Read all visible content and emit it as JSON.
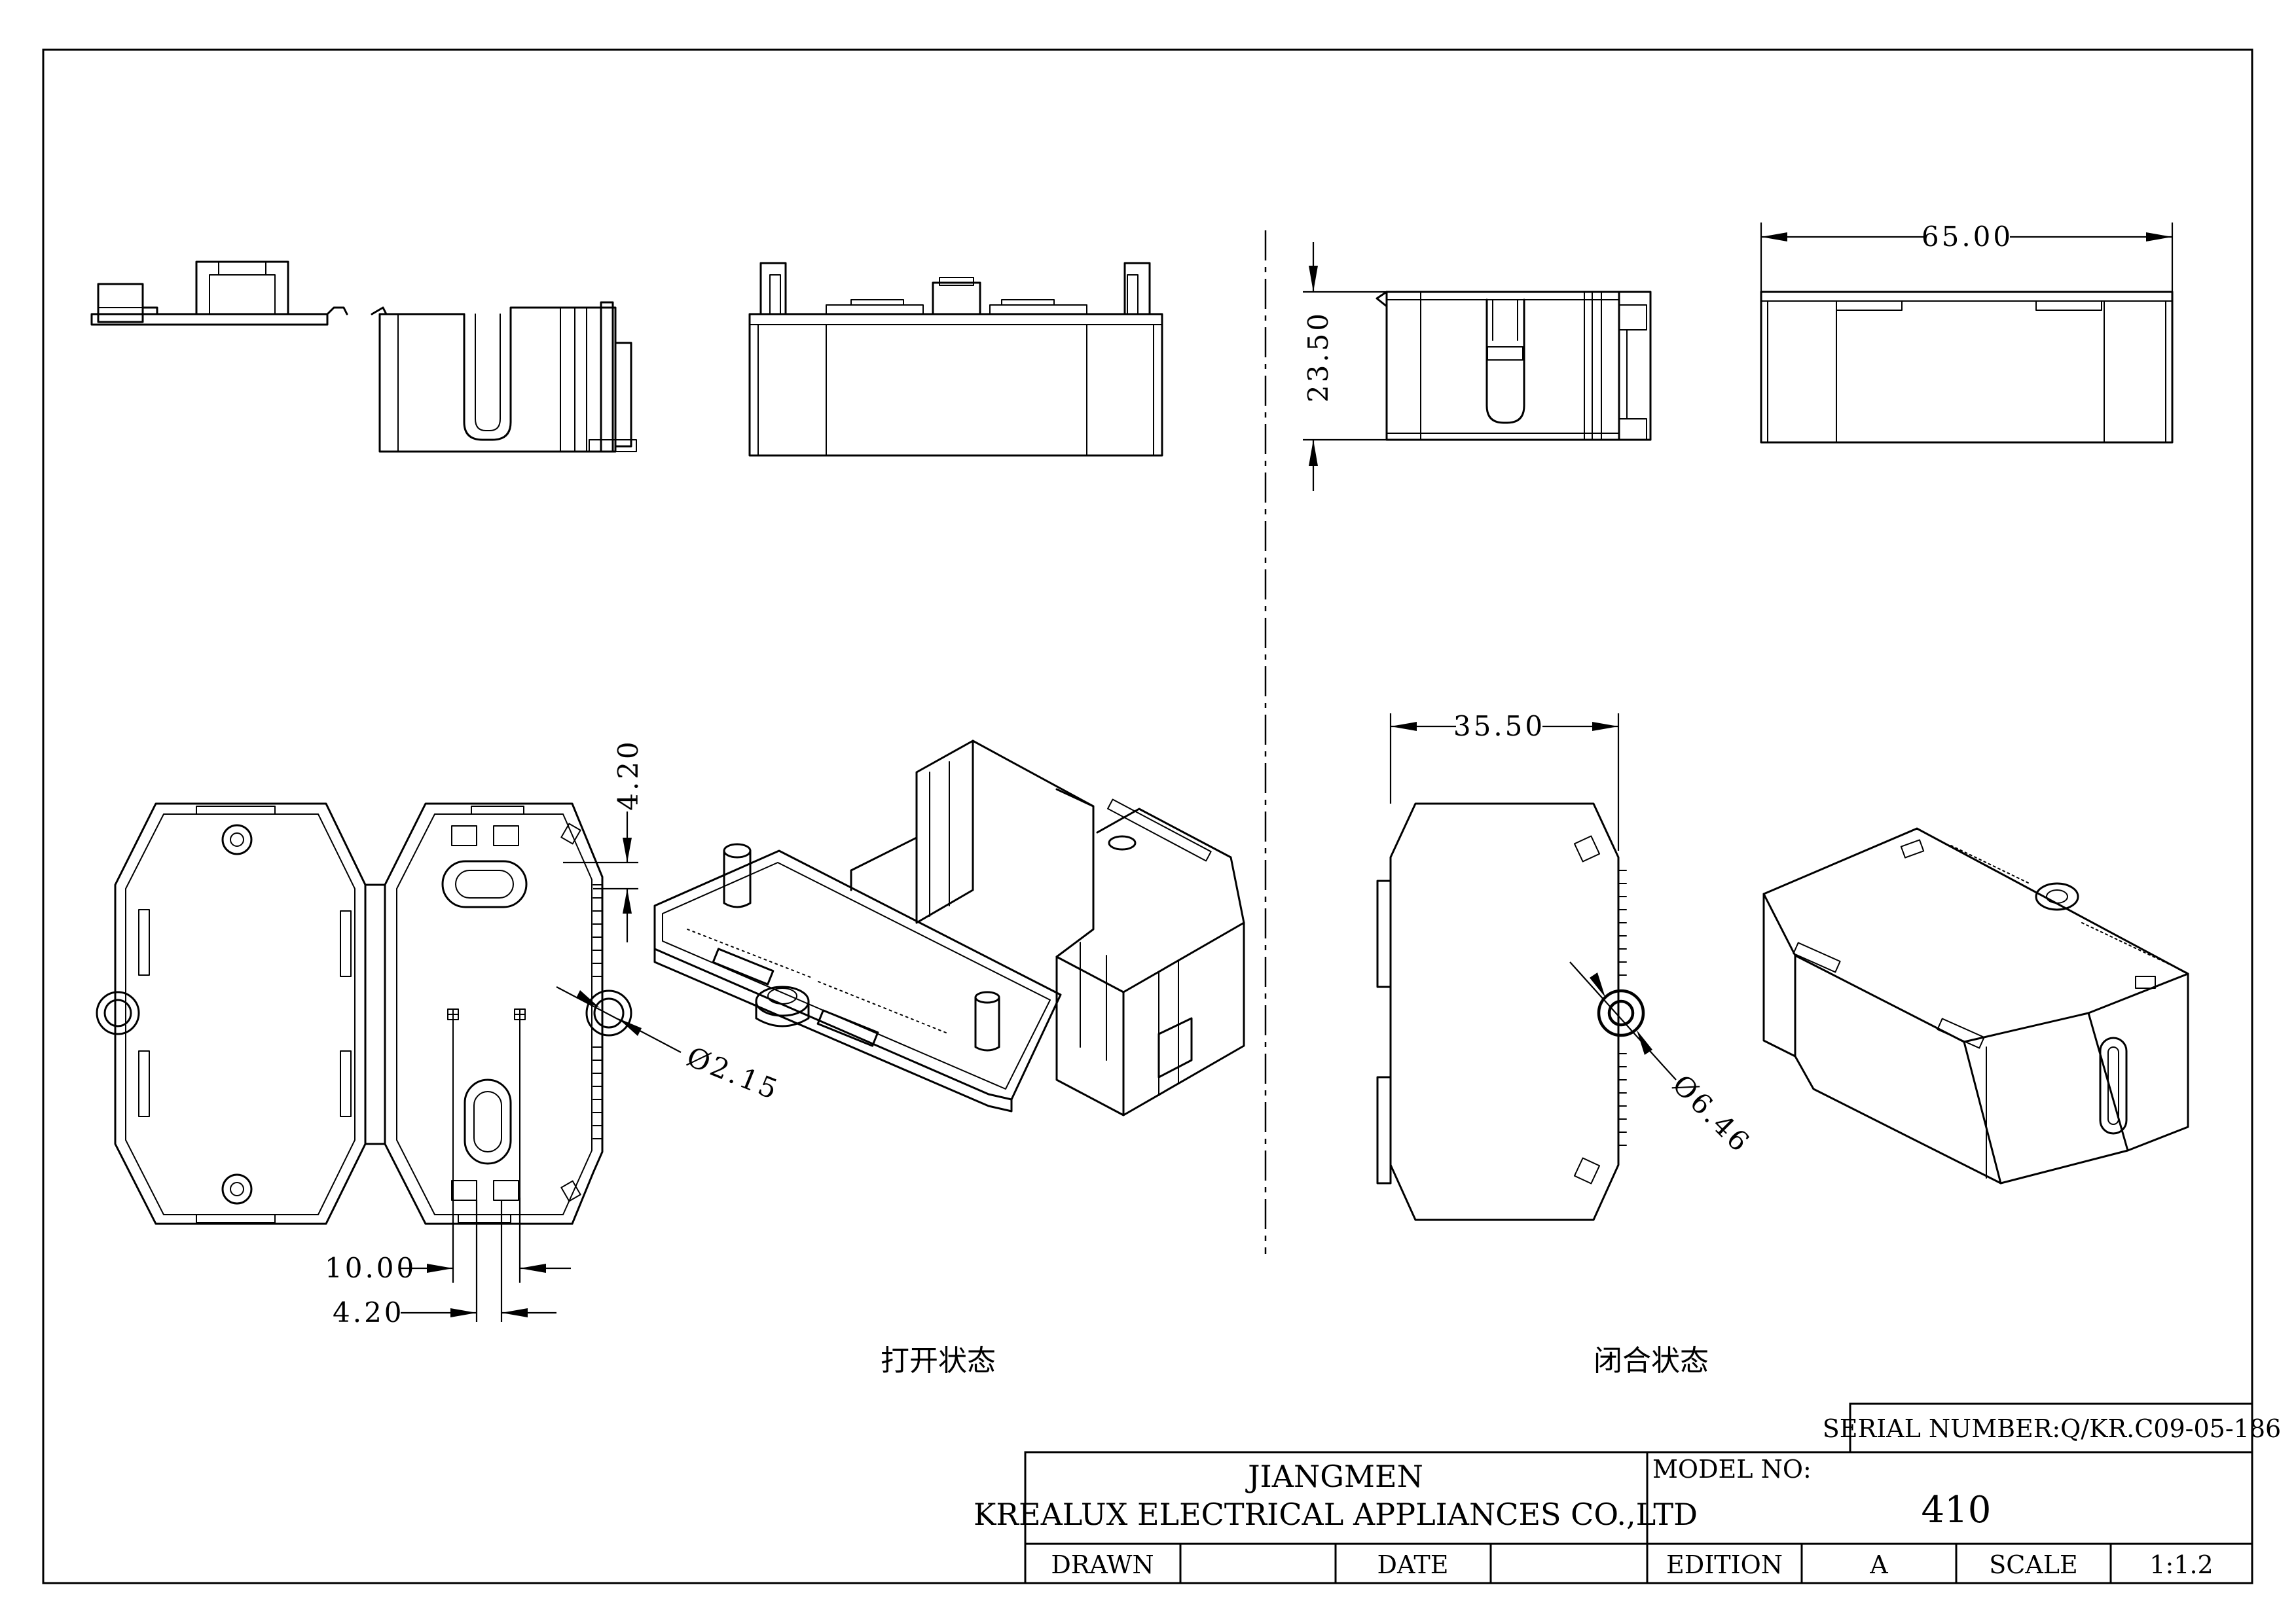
{
  "dimensions": {
    "width_top": "65.00",
    "height_side": "23.50",
    "width_closed": "35.50",
    "hole_closed": "Ø6.46",
    "hole_open": "Ø2.15",
    "offset_open": "4.20",
    "spacing_slots": "10.00",
    "slot_width": "4.20"
  },
  "captions": {
    "open_state": "打开状态",
    "closed_state": "闭合状态"
  },
  "title_block": {
    "serial_number": "SERIAL NUMBER:Q/KR.C09-05-186",
    "company_line1": "JIANGMEN",
    "company_line2": "KREALUX ELECTRICAL APPLIANCES CO.,LTD",
    "model_label": "MODEL NO:",
    "model_value": "410",
    "drawn_label": "DRAWN",
    "drawn_value": "",
    "date_label": "DATE",
    "date_value": "",
    "edition_label": "EDITION",
    "edition_value": "A",
    "scale_label": "SCALE",
    "scale_value": "1:1.2"
  }
}
